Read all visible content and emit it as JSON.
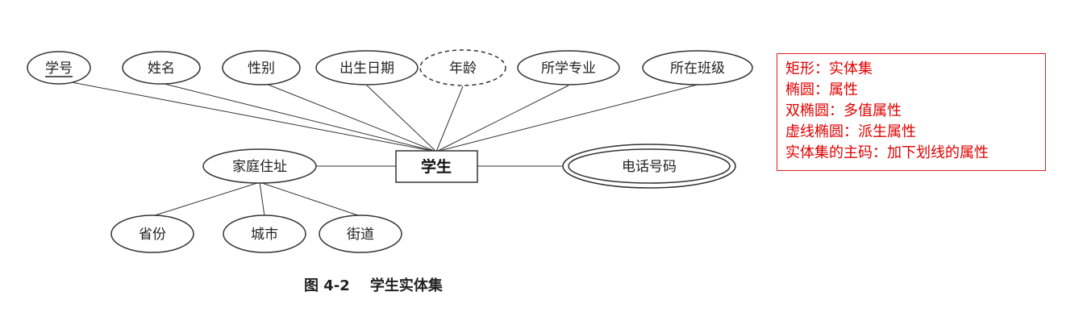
{
  "entity": {
    "label": "学生"
  },
  "attributes": {
    "student_id": "学号",
    "name": "姓名",
    "gender": "性别",
    "birth_date": "出生日期",
    "age": "年龄",
    "major": "所学专业",
    "class": "所在班级",
    "home_address": "家庭住址",
    "phone": "电话号码",
    "province": "省份",
    "city": "城市",
    "street": "街道"
  },
  "caption": {
    "text": "图 4-2    学生实体集"
  },
  "legend": {
    "lines": [
      "矩形：实体集",
      "椭圆：属性",
      "双椭圆：多值属性",
      "虚线椭圆：派生属性",
      "实体集的主码：加下划线的属性"
    ]
  },
  "colors": {
    "line": "#333333",
    "legend_text": "#e00000",
    "legend_border": "#e02020"
  }
}
